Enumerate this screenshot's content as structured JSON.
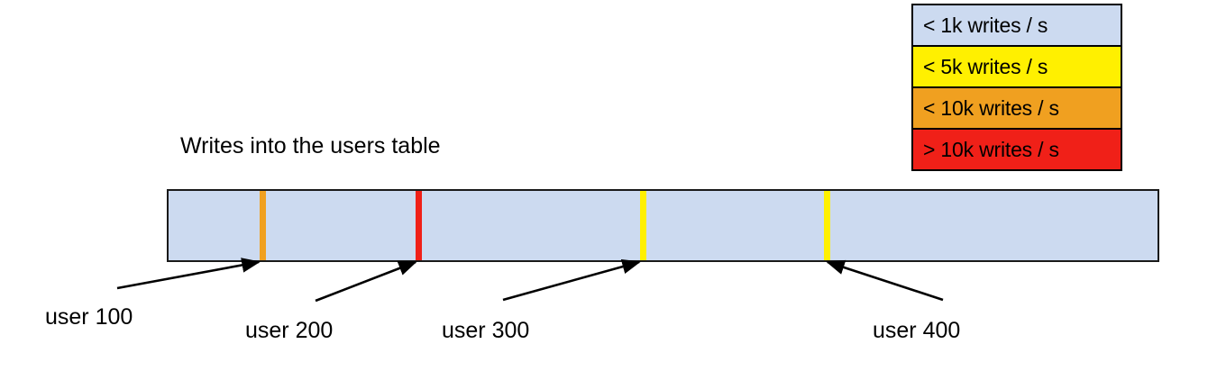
{
  "chart_data": {
    "type": "bar",
    "title": "Writes into the users table",
    "xlabel": "",
    "ylabel": "",
    "description": "A single horizontal range bar representing the users table keyspace, shaded light blue (< 1k writes / s) with vertical hot-spot markers at four user positions.",
    "baseline_category": "< 1k writes / s",
    "baseline_color": "#ccdaf0",
    "categories": [
      "user 100",
      "user 200",
      "user 300",
      "user 400"
    ],
    "values": [
      "< 10k writes / s",
      "> 10k writes / s",
      "< 5k writes / s",
      "< 5k writes / s"
    ],
    "markers": [
      {
        "label": "user 100",
        "position_pct": 9.5,
        "color": "#f0a020",
        "tier": "< 10k writes / s"
      },
      {
        "label": "user 200",
        "position_pct": 25.2,
        "color": "#f02018",
        "tier": "> 10k writes / s"
      },
      {
        "label": "user 300",
        "position_pct": 47.8,
        "color": "#fff000",
        "tier": "< 5k writes / s"
      },
      {
        "label": "user 400",
        "position_pct": 66.4,
        "color": "#fff000",
        "tier": "< 5k writes / s"
      }
    ],
    "legend_position": "top-right",
    "grid": false
  },
  "legend": {
    "name": "write-rate-legend",
    "items": [
      {
        "label": "< 1k writes / s",
        "color": "#ccdaf0"
      },
      {
        "label": "< 5k writes / s",
        "color": "#fff000"
      },
      {
        "label": "< 10k writes / s",
        "color": "#f0a020"
      },
      {
        "label": "> 10k writes / s",
        "color": "#f02018"
      }
    ]
  },
  "bar": {
    "title": "Writes into the users table",
    "fill_color": "#ccdaf0",
    "border_color": "#1a1a1a"
  },
  "annotations": [
    {
      "label": "user 100"
    },
    {
      "label": "user 200"
    },
    {
      "label": "user 300"
    },
    {
      "label": "user 400"
    }
  ]
}
